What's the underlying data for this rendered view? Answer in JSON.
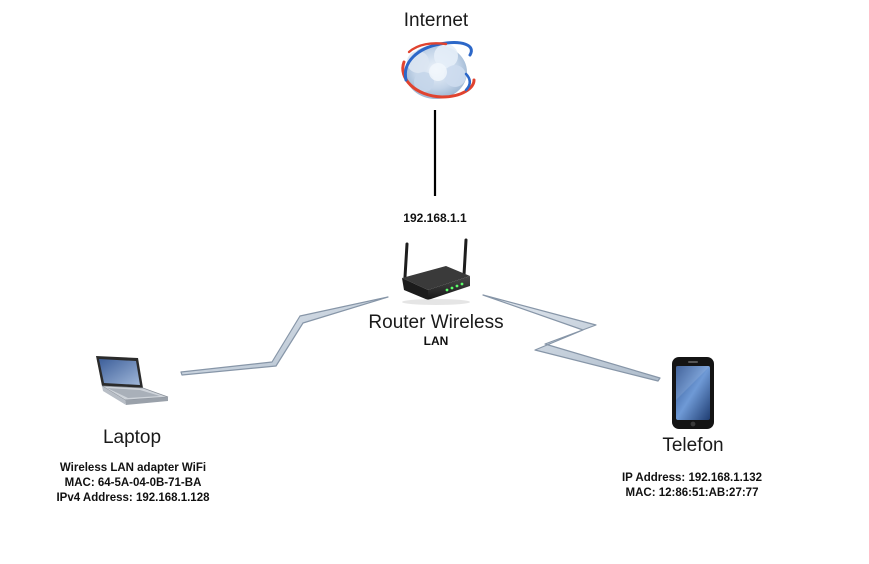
{
  "internet": {
    "label": "Internet"
  },
  "router": {
    "ip": "192.168.1.1",
    "label": "Router Wireless",
    "sublabel": "LAN"
  },
  "laptop": {
    "label": "Laptop",
    "details": [
      "Wireless LAN adapter WiFi",
      "MAC: 64-5A-04-0B-71-BA",
      "IPv4 Address: 192.168.1.128"
    ]
  },
  "phone": {
    "label": "Telefon",
    "details": [
      "IP Address: 192.168.1.132",
      "MAC: 12:86:51:AB:27:77"
    ]
  },
  "colors": {
    "wireless_link_fill": "#c9d3de",
    "wireless_link_stroke": "#8796a8",
    "wired_link": "#000000",
    "router_body": "#2b2b2b",
    "cloud": "#b9cbe0",
    "orbit_red": "#e0432f",
    "orbit_blue": "#2c67c8",
    "phone_screen": "#5a88c8"
  },
  "icons": {
    "internet": "globe-cloud-icon",
    "router": "wireless-router-icon",
    "laptop": "laptop-icon",
    "phone": "smartphone-icon"
  }
}
